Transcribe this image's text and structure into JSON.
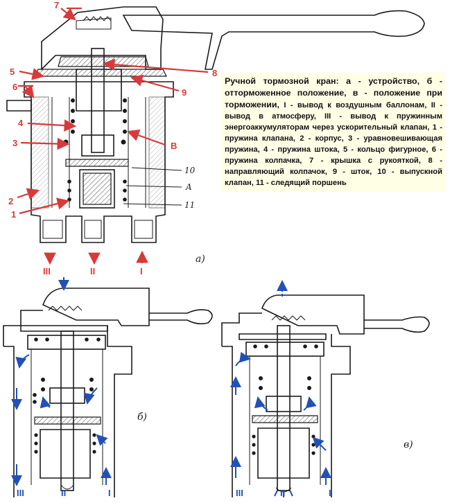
{
  "caption": {
    "lead": "Ручной тормозной кран: а - устройство, б - отторможенное положение, в - положение при торможении,",
    "body": "I - вывод к воздушным баллонам, II - вывод в атмосферу, III - вывод к пружинным энергоаккумуляторам через ускорительный клапан, 1 - пружина клапана, 2 - корпус, 3 - уравновешивающая пружина, 4 - пружина штока, 5 - кольцо фигурное, 6 - пружина колпачка, 7 - крышка с рукояткой, 8 - направляющий колпачок, 9 - шток, 10 - выпускной клапан, 11 - следящий поршень"
  },
  "labels": {
    "n1": "1",
    "n2": "2",
    "n3": "3",
    "n4": "4",
    "n5": "5",
    "n6": "6",
    "n7": "7",
    "n8": "8",
    "n9": "9",
    "n10": "10",
    "n11": "11",
    "nA": "A",
    "nB": "B"
  },
  "ports": {
    "a_III": "III",
    "a_II": "II",
    "a_I": "I",
    "b_III": "III",
    "b_II": "II",
    "b_I": "I",
    "c_III": "III",
    "c_II": "II",
    "c_I": "I"
  },
  "subfigures": {
    "a": "а)",
    "b": "б)",
    "c": "в)"
  },
  "colors": {
    "label_red": "#d63a3a",
    "flow_blue": "#2150b8",
    "caption_bg": "#ffffe6"
  }
}
